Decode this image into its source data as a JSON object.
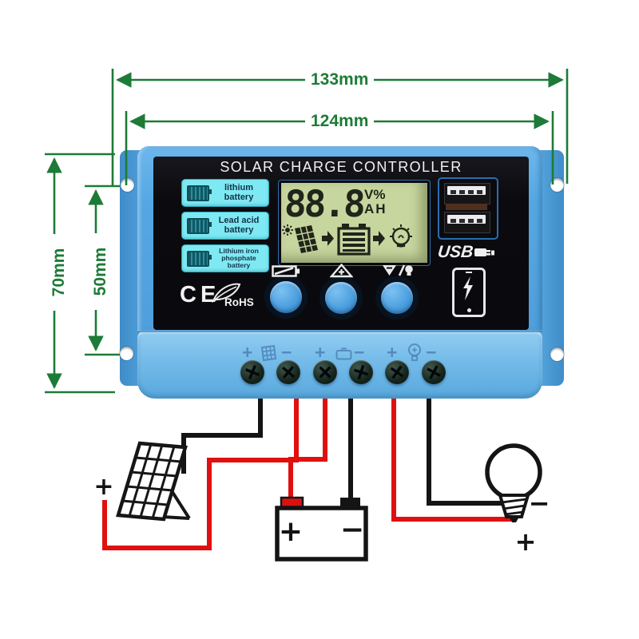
{
  "colors": {
    "dimension_green": "#1d7b37",
    "body_blue": "#55a7e3",
    "lower_body_blue": "#74bbe9",
    "panel_black": "#0b0b0f",
    "lcd_green": "#c7d69e",
    "battery_label_cyan": "#7ee9f2",
    "button_blue": "#4d9fe0",
    "wire_red": "#e01010",
    "wire_black": "#141414"
  },
  "dims": {
    "top_outer": "133mm",
    "top_inner": "124mm",
    "left_outer": "70mm",
    "left_inner": "50mm"
  },
  "device": {
    "title": "SOLAR CHARGE CONTROLLER",
    "battery_types": [
      {
        "line1": "lithium",
        "line2": "battery"
      },
      {
        "line1": "Lead acid",
        "line2": "battery"
      },
      {
        "line1": "Lithium iron",
        "line2": "phosphate battery"
      }
    ],
    "lcd": {
      "value": "88.8",
      "unit_top": "V%",
      "unit_bottom": "AH"
    },
    "usb_label": "USB",
    "certs": {
      "ce": "CE",
      "rohs": "RoHS"
    }
  },
  "signs": {
    "plus": "+",
    "minus": "−"
  }
}
